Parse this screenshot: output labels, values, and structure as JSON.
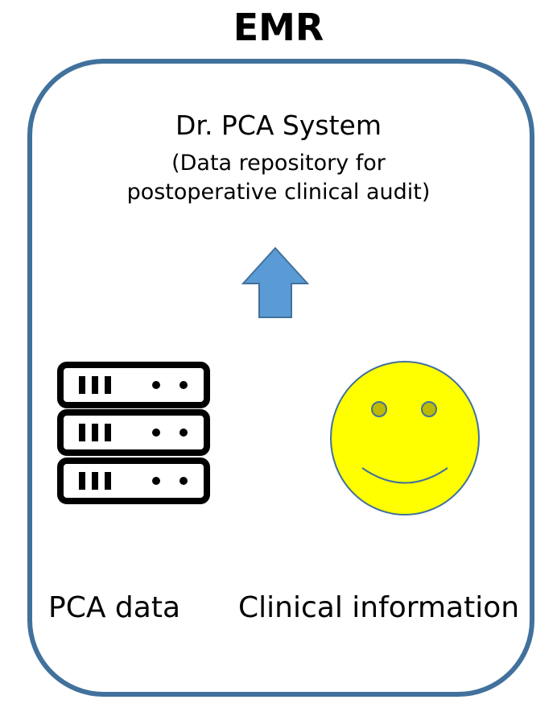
{
  "title": "EMR",
  "system": {
    "name": "Dr. PCA System",
    "description_line1": "(Data repository for",
    "description_line2": "postoperative clinical audit)"
  },
  "sources": {
    "pca_label": "PCA data",
    "clinical_label": "Clinical information"
  },
  "icons": {
    "arrow": "up-arrow-icon",
    "server": "server-icon",
    "face": "smiley-face-icon"
  },
  "colors": {
    "frame": "#41719c",
    "arrow_fill": "#5b9bd5",
    "arrow_stroke": "#41719c",
    "face_fill": "#ffff00",
    "face_stroke": "#41719c",
    "eye_fill": "#bfb800"
  }
}
